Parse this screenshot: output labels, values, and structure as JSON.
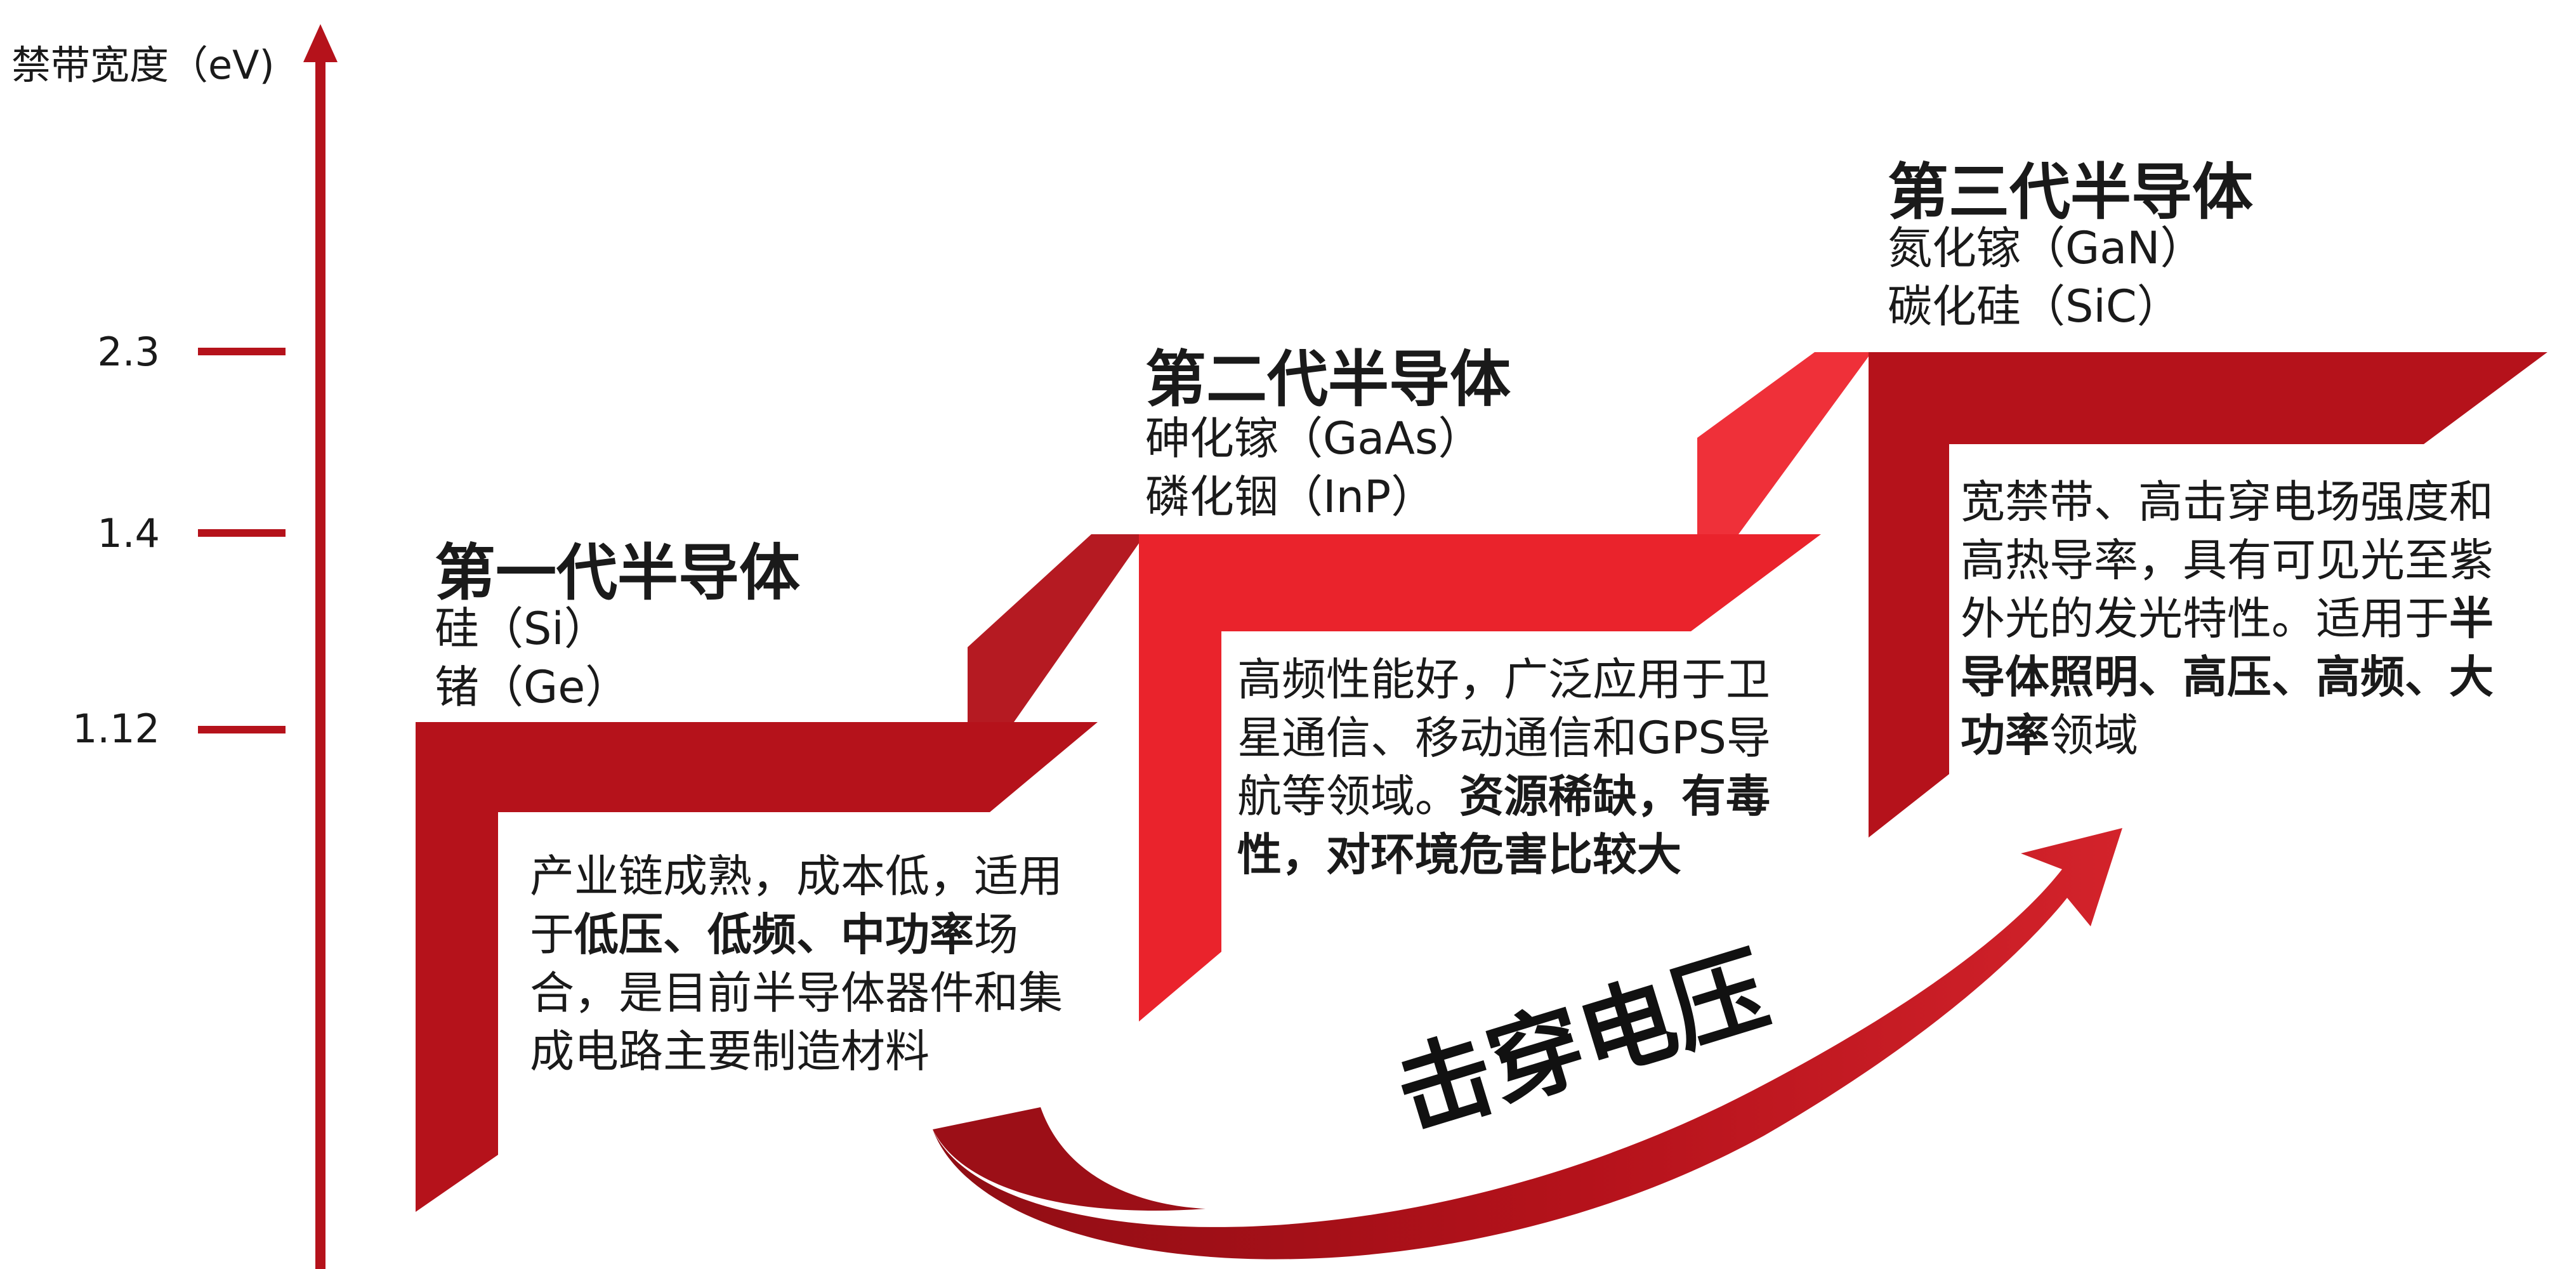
{
  "axis": {
    "title": "禁带宽度（eV)",
    "ticks": [
      {
        "label": "2.3",
        "value": 2.3
      },
      {
        "label": "1.4",
        "value": 1.4
      },
      {
        "label": "1.12",
        "value": 1.12
      }
    ]
  },
  "generations": [
    {
      "title": "第一代半导体",
      "materials": [
        "硅（Si）",
        "锗（Ge）"
      ],
      "description": [
        {
          "text": "产业链成熟，成本低，适用于",
          "bold": false
        },
        {
          "text": "低压、低频、中功率",
          "bold": true
        },
        {
          "text": "场合，是目前半导体器件和集成电路主要制造材料",
          "bold": false
        }
      ]
    },
    {
      "title": "第二代半导体",
      "materials": [
        "砷化镓（GaAs）",
        "磷化铟（InP）"
      ],
      "description": [
        {
          "text": "高频性能好，广泛应用于卫星通信、移动通信和GPS导航等领域。",
          "bold": false
        },
        {
          "text": "资源稀缺，有毒性，对环境危害比较大",
          "bold": true
        }
      ]
    },
    {
      "title": "第三代半导体",
      "materials": [
        "氮化镓（GaN）",
        "碳化硅（SiC）"
      ],
      "description": [
        {
          "text": "宽禁带、高击穿电场强度和高热导率，具有可见光至紫外光的发光特性。适用于",
          "bold": false
        },
        {
          "text": "半导体照明、高压、高频、大功率",
          "bold": true
        },
        {
          "text": "领域",
          "bold": false
        }
      ]
    }
  ],
  "arrow_label": "击穿电压",
  "colors": {
    "dark_red": "#b5121b",
    "red": "#e8202a",
    "light_red": "#f0353f",
    "axis": "#b5121b"
  }
}
